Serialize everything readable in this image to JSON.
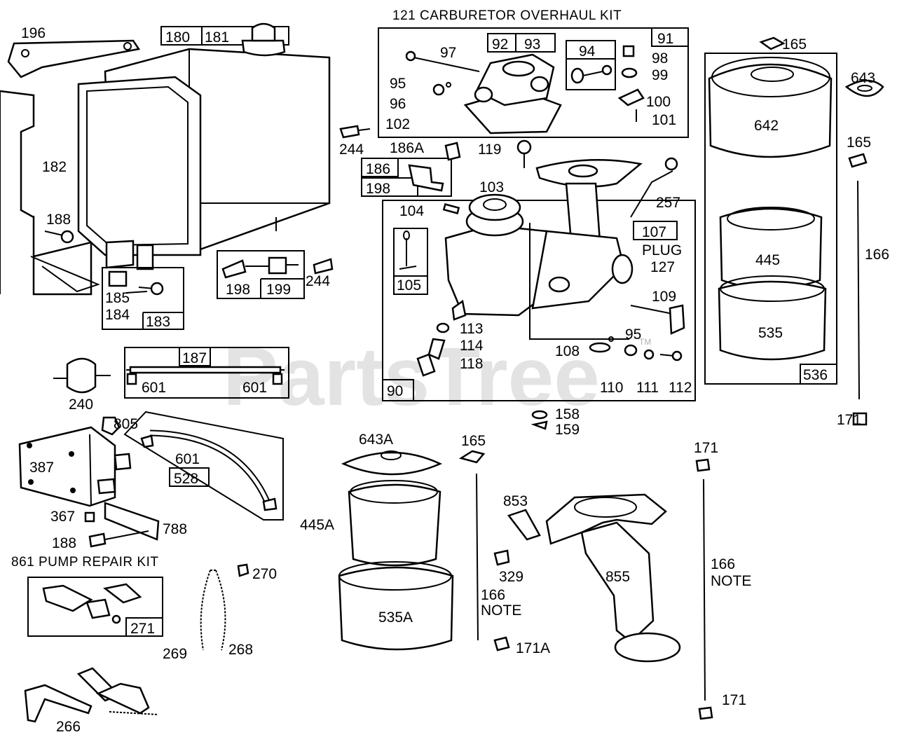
{
  "watermark": {
    "text": "PartsTree",
    "tm": "TM"
  },
  "titles": {
    "carburetor_kit": "121 CARBURETOR OVERHAUL KIT",
    "pump_kit": "861 PUMP REPAIR KIT"
  },
  "labels": {
    "p196": "196",
    "p180": "180",
    "p181": "181",
    "p182": "182",
    "p188a": "188",
    "p185": "185",
    "p184": "184",
    "p183": "183",
    "p97": "97",
    "p92": "92",
    "p93": "93",
    "p91": "91",
    "p94": "94",
    "p98": "98",
    "p95a": "95",
    "p96": "96",
    "p99": "99",
    "p100": "100",
    "p101": "101",
    "p102": "102",
    "p165a": "165",
    "p643": "643",
    "p642": "642",
    "p165b": "165",
    "p244a": "244",
    "p186A": "186A",
    "p186": "186",
    "p198a": "198",
    "p119": "119",
    "p103": "103",
    "p257": "257",
    "p104": "104",
    "p107": "107",
    "plug": "PLUG",
    "p127": "127",
    "p105": "105",
    "p109": "109",
    "p113": "113",
    "p114": "114",
    "p118": "118",
    "p95b": "95",
    "p108": "108",
    "p110": "110",
    "p111": "111",
    "p112": "112",
    "p90": "90",
    "p198b": "198",
    "p199": "199",
    "p244b": "244",
    "p445": "445",
    "p535": "535",
    "p536": "536",
    "p166a": "166",
    "p171a": "171",
    "p187": "187",
    "p601a": "601",
    "p601b": "601",
    "p240": "240",
    "p158": "158",
    "p159": "159",
    "p805": "805",
    "p387": "387",
    "p601c": "601",
    "p528": "528",
    "p643A": "643A",
    "p165c": "165",
    "p171b": "171",
    "p367": "367",
    "p788": "788",
    "p188b": "188",
    "p445A": "445A",
    "p853": "853",
    "p329": "329",
    "p855": "855",
    "p166b": "166",
    "note1": "NOTE",
    "p270": "270",
    "p271": "271",
    "p535A": "535A",
    "p166c": "166",
    "note2": "NOTE",
    "p269": "269",
    "p268": "268",
    "p171A": "171A",
    "p171c": "171",
    "p266": "266"
  }
}
